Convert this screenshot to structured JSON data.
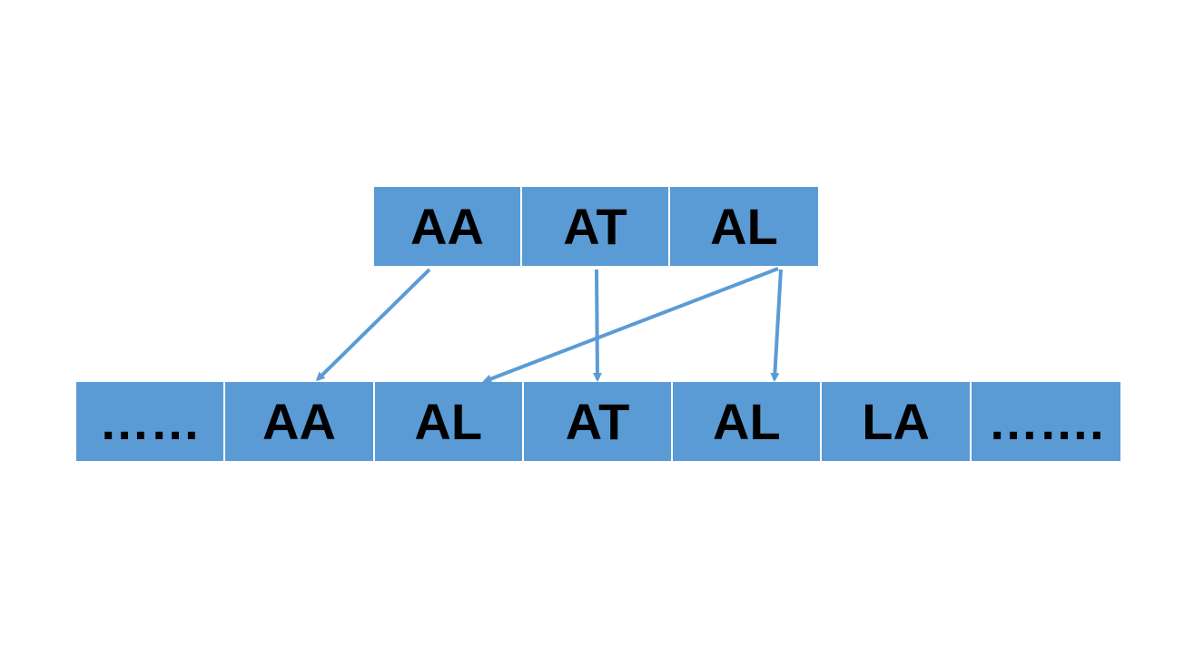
{
  "colors": {
    "cell_fill": "#5b9bd5",
    "arrow": "#5b9bd5",
    "text": "#000000"
  },
  "top_row": {
    "cells": [
      "AA",
      "AT",
      "AL"
    ]
  },
  "bottom_row": {
    "cells": [
      "……",
      "AA",
      "AL",
      "AT",
      "AL",
      "LA",
      "……."
    ]
  },
  "connections": [
    {
      "from": "top_row.0",
      "to": "bottom_row.1"
    },
    {
      "from": "top_row.1",
      "to": "bottom_row.3"
    },
    {
      "from": "top_row.2",
      "to": "bottom_row.2"
    },
    {
      "from": "top_row.2",
      "to": "bottom_row.4"
    }
  ]
}
